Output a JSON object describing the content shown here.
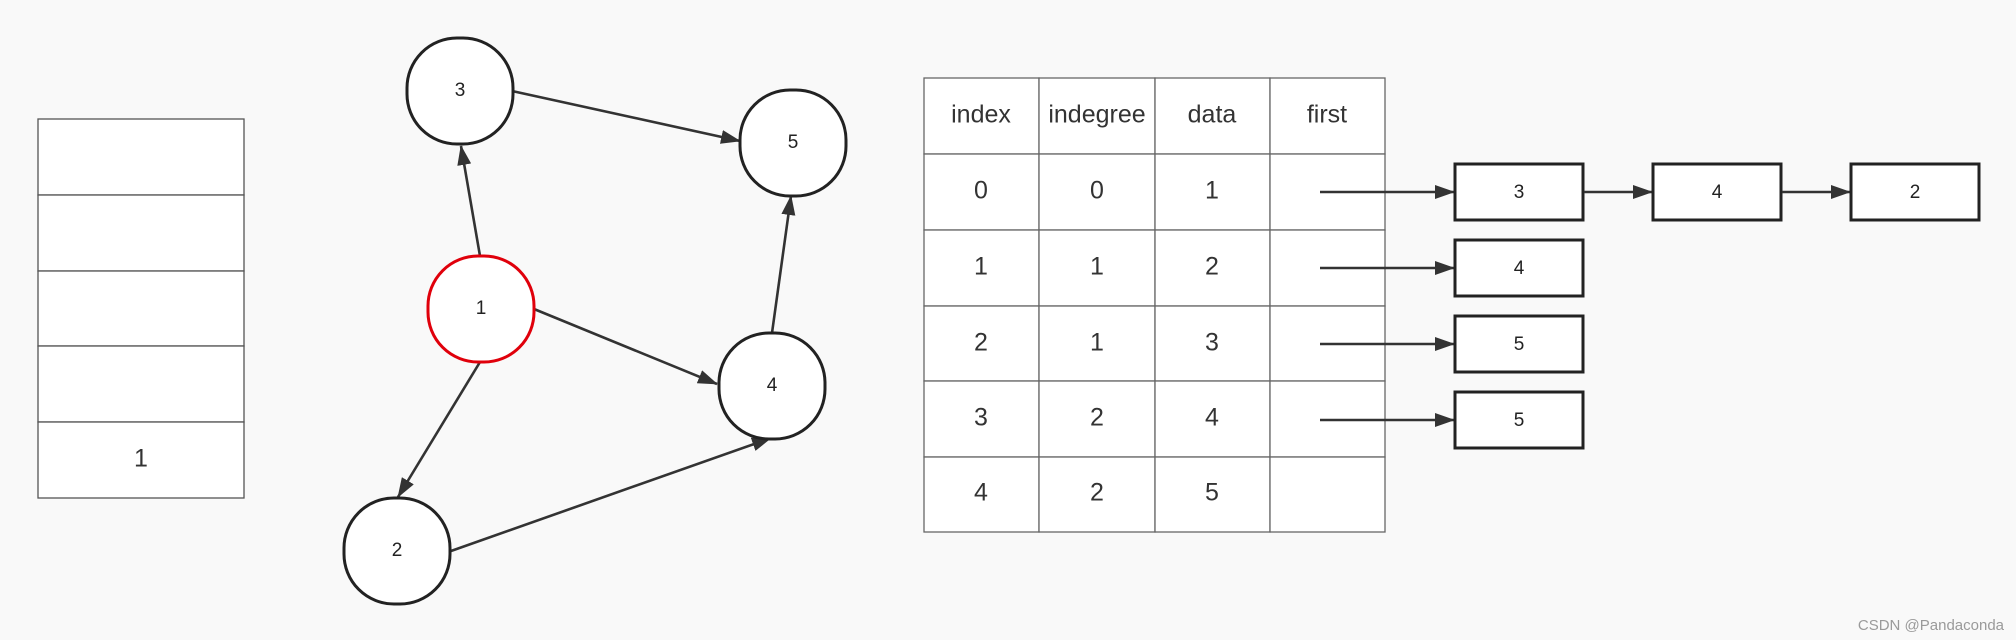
{
  "stack": {
    "cells": [
      "",
      "",
      "",
      "",
      "1"
    ]
  },
  "graph": {
    "nodes": [
      {
        "id": "1",
        "label": "1",
        "highlighted": true
      },
      {
        "id": "2",
        "label": "2",
        "highlighted": false
      },
      {
        "id": "3",
        "label": "3",
        "highlighted": false
      },
      {
        "id": "4",
        "label": "4",
        "highlighted": false
      },
      {
        "id": "5",
        "label": "5",
        "highlighted": false
      }
    ],
    "edges": [
      {
        "from": "1",
        "to": "3"
      },
      {
        "from": "1",
        "to": "4"
      },
      {
        "from": "1",
        "to": "2"
      },
      {
        "from": "3",
        "to": "5"
      },
      {
        "from": "2",
        "to": "4"
      },
      {
        "from": "4",
        "to": "5"
      }
    ],
    "highlight_color": "#e0000b"
  },
  "table": {
    "headers": [
      "index",
      "indegree",
      "data",
      "first"
    ],
    "rows": [
      [
        "0",
        "0",
        "1",
        ""
      ],
      [
        "1",
        "1",
        "2",
        ""
      ],
      [
        "2",
        "1",
        "3",
        ""
      ],
      [
        "3",
        "2",
        "4",
        ""
      ],
      [
        "4",
        "2",
        "5",
        ""
      ]
    ]
  },
  "adjacency": [
    {
      "row": 0,
      "nodes": [
        "3",
        "4",
        "2"
      ]
    },
    {
      "row": 1,
      "nodes": [
        "4"
      ]
    },
    {
      "row": 2,
      "nodes": [
        "5"
      ]
    },
    {
      "row": 3,
      "nodes": [
        "5"
      ]
    }
  ],
  "watermark": "CSDN @Pandaconda"
}
